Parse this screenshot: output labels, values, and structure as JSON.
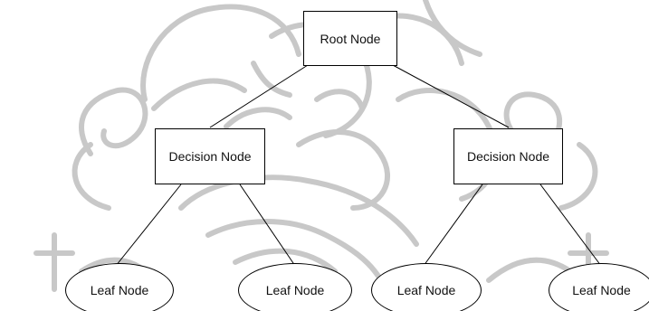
{
  "diagram": {
    "root": {
      "label": "Root Node"
    },
    "decisions": [
      {
        "label": "Decision Node"
      },
      {
        "label": "Decision Node"
      }
    ],
    "leaves": [
      {
        "label": "Leaf Node"
      },
      {
        "label": "Leaf Node"
      },
      {
        "label": "Leaf Node"
      },
      {
        "label": "Leaf Node"
      }
    ],
    "edges": [
      {
        "from": "root",
        "to": "decision-0"
      },
      {
        "from": "root",
        "to": "decision-1"
      },
      {
        "from": "decision-0",
        "to": "leaf-0"
      },
      {
        "from": "decision-0",
        "to": "leaf-1"
      },
      {
        "from": "decision-1",
        "to": "leaf-2"
      },
      {
        "from": "decision-1",
        "to": "leaf-3"
      }
    ],
    "colors": {
      "line": "#000000",
      "node_fill": "#ffffff",
      "watermark": "#c8c8c8"
    }
  }
}
